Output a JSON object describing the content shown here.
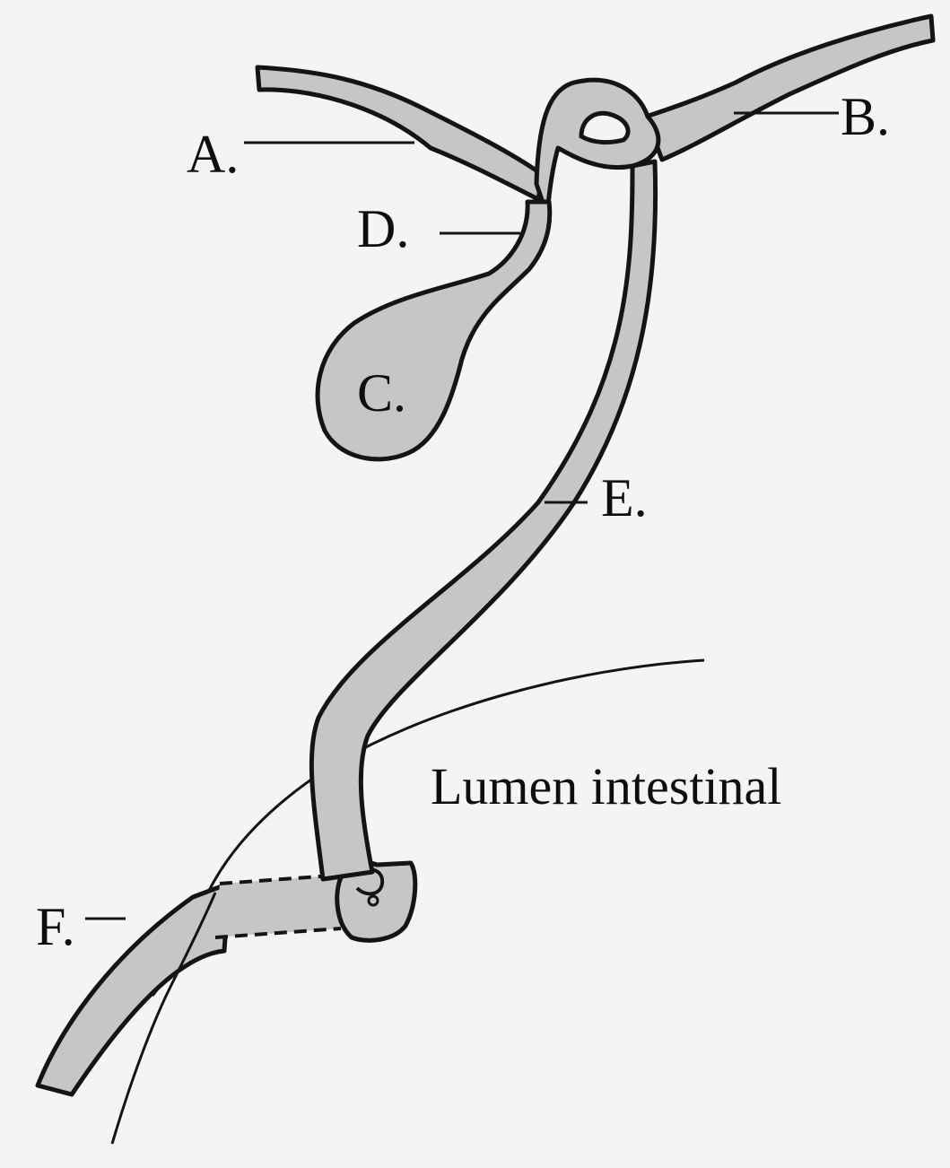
{
  "labels": {
    "a": "A.",
    "b": "B.",
    "c": "C.",
    "d": "D.",
    "e": "E.",
    "f": "F.",
    "lumen": "Lumen intestinal"
  },
  "colors": {
    "background": "#f4f4f4",
    "duct_fill": "#c6c6c6",
    "outline": "#141414"
  }
}
